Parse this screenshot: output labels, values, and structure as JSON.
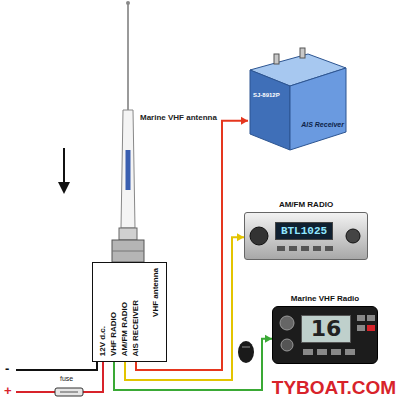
{
  "diagram": {
    "nodes": [
      {
        "text": [
          "VHF antenna",
          "12V d.c.",
          "VHF RADIO",
          "AM/FM RADIO",
          "AIS RECEIVER"
        ]
      },
      {
        "text": [
          "SJ-8912P",
          "AIS Receiver"
        ]
      },
      {
        "text": [
          "AM/FM RADIO",
          "BTL1025"
        ]
      },
      {
        "text": [
          "Marine VHF Radio",
          "16"
        ]
      }
    ],
    "edges": [
      {
        "from": 0,
        "to": 1,
        "arrow": "to"
      },
      {
        "from": 0,
        "to": 2,
        "arrow": "to"
      },
      {
        "from": 0,
        "to": 3,
        "arrow": "to"
      }
    ],
    "labels": [
      "Marine VHF antenna",
      "fuse",
      "-",
      "+",
      "TYBOAT.COM"
    ]
  }
}
